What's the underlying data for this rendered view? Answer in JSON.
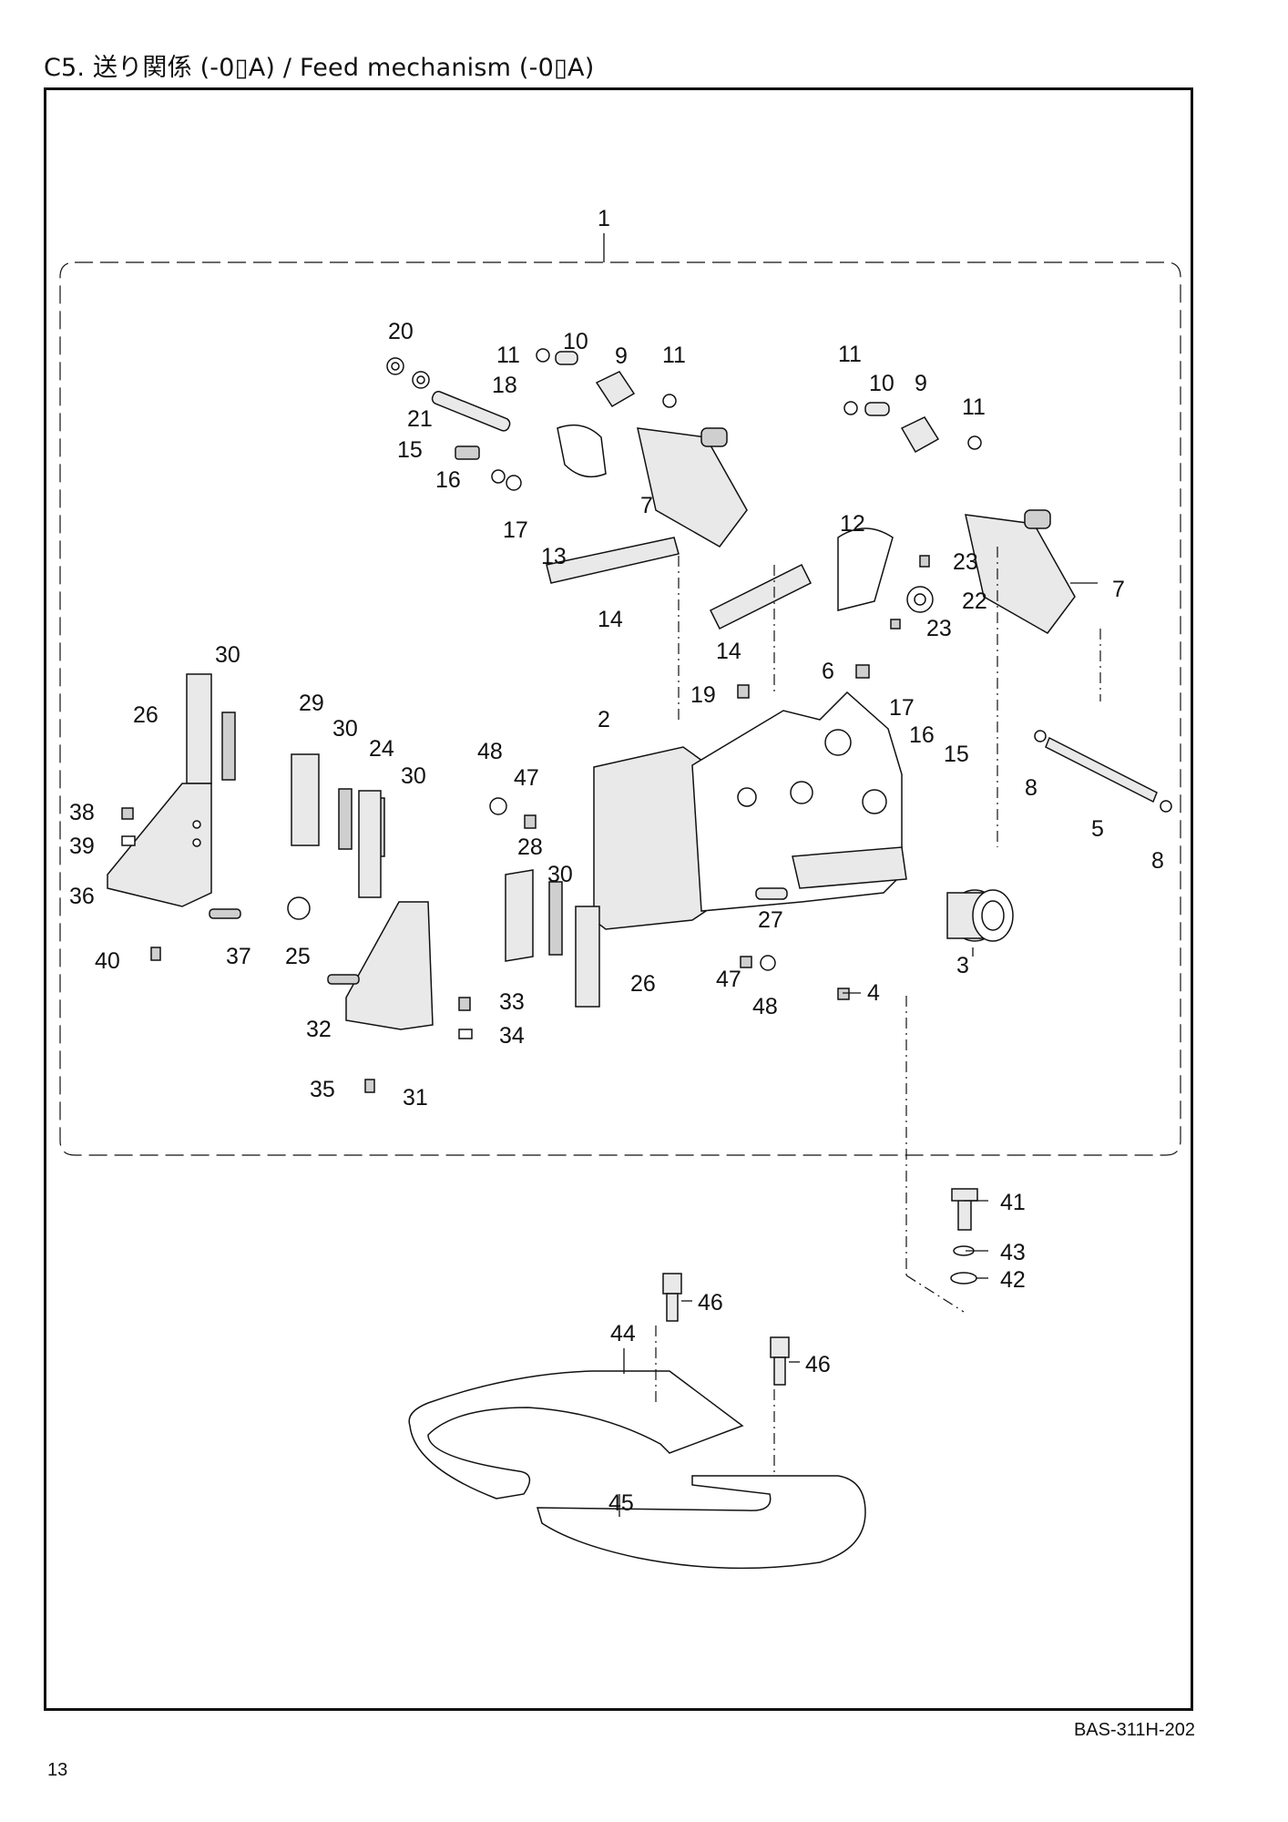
{
  "header": {
    "title": "C5. 送り関係 (-0▯A) / Feed mechanism (-0▯A)"
  },
  "footer": {
    "model_code": "BAS-311H-202",
    "page_number": "13"
  },
  "diagram": {
    "part_numbers": [
      "1",
      "2",
      "3",
      "4",
      "5",
      "6",
      "7",
      "8",
      "9",
      "10",
      "11",
      "12",
      "13",
      "14",
      "15",
      "16",
      "17",
      "18",
      "19",
      "20",
      "21",
      "22",
      "23",
      "24",
      "25",
      "26",
      "27",
      "28",
      "29",
      "30",
      "31",
      "32",
      "33",
      "34",
      "35",
      "36",
      "37",
      "38",
      "39",
      "40",
      "41",
      "42",
      "43",
      "44",
      "45",
      "46",
      "47",
      "48"
    ]
  }
}
